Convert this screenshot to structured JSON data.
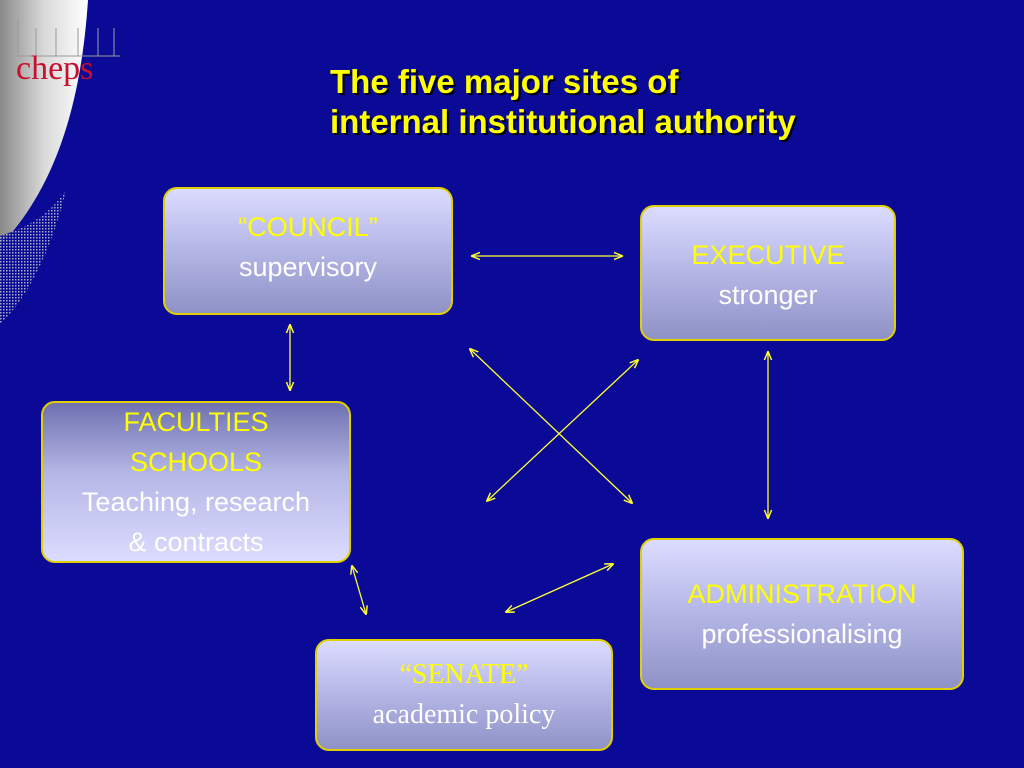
{
  "logo": {
    "text": "cheps"
  },
  "title": {
    "line1": "The five major sites of",
    "line2": "internal institutional authority"
  },
  "nodes": {
    "council": {
      "heading": "“COUNCIL”",
      "sub": "supervisory"
    },
    "executive": {
      "heading": "EXECUTIVE",
      "sub": "stronger"
    },
    "faculties": {
      "line1": "FACULTIES",
      "line2": "SCHOOLS",
      "line3": "Teaching, research",
      "line4": "& contracts"
    },
    "administration": {
      "heading": "ADMINISTRATION",
      "sub": "professionalising"
    },
    "senate": {
      "heading": "“SENATE”",
      "sub": "academic policy"
    }
  },
  "colors": {
    "background": "#0a0a96",
    "heading": "#ffff00",
    "subtext": "#ffffff",
    "arrow": "#ffff33",
    "logo": "#c8102e"
  }
}
